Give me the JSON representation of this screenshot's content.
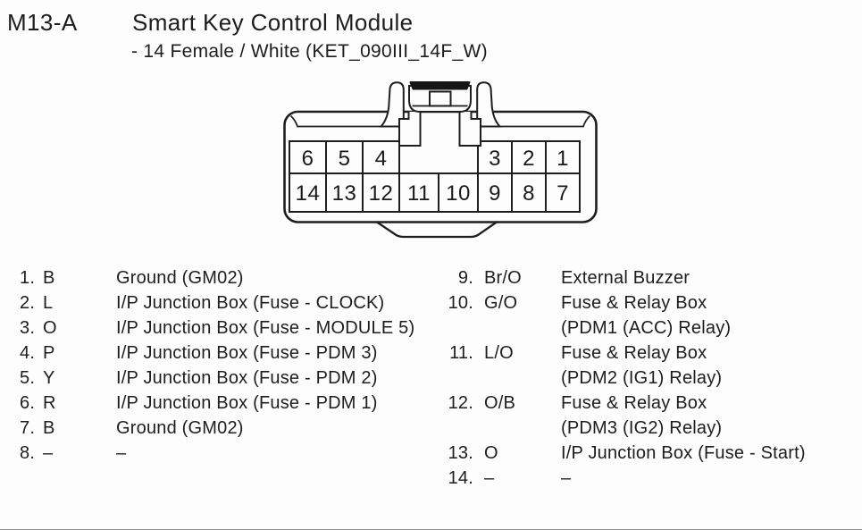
{
  "header": {
    "connector_id": "M13-A",
    "title": "Smart Key Control Module",
    "subtitle": "- 14 Female / White (KET_090III_14F_W)"
  },
  "connector": {
    "top_left": [
      "6",
      "5",
      "4"
    ],
    "top_right": [
      "3",
      "2",
      "1"
    ],
    "bottom": [
      "14",
      "13",
      "12",
      "11",
      "10",
      "9",
      "8",
      "7"
    ]
  },
  "pins_left": [
    {
      "num": "1.",
      "color": "B",
      "desc": [
        "Ground (GM02)"
      ]
    },
    {
      "num": "2.",
      "color": "L",
      "desc": [
        "I/P Junction Box (Fuse - CLOCK)"
      ]
    },
    {
      "num": "3.",
      "color": "O",
      "desc": [
        "I/P Junction Box (Fuse - MODULE 5)"
      ]
    },
    {
      "num": "4.",
      "color": "P",
      "desc": [
        "I/P Junction Box (Fuse - PDM 3)"
      ]
    },
    {
      "num": "5.",
      "color": "Y",
      "desc": [
        "I/P Junction Box (Fuse - PDM 2)"
      ]
    },
    {
      "num": "6.",
      "color": "R",
      "desc": [
        "I/P Junction Box (Fuse - PDM 1)"
      ]
    },
    {
      "num": "7.",
      "color": "B",
      "desc": [
        "Ground (GM02)"
      ]
    },
    {
      "num": "8.",
      "color": "–",
      "desc": [
        "–"
      ]
    }
  ],
  "pins_right": [
    {
      "num": "9.",
      "color": "Br/O",
      "desc": [
        "External Buzzer"
      ]
    },
    {
      "num": "10.",
      "color": "G/O",
      "desc": [
        "Fuse & Relay Box",
        "(PDM1 (ACC) Relay)"
      ]
    },
    {
      "num": "11.",
      "color": "L/O",
      "desc": [
        "Fuse & Relay Box",
        "(PDM2 (IG1) Relay)"
      ]
    },
    {
      "num": "12.",
      "color": "O/B",
      "desc": [
        "Fuse & Relay Box",
        "(PDM3 (IG2) Relay)"
      ]
    },
    {
      "num": "13.",
      "color": "O",
      "desc": [
        "I/P Junction Box (Fuse - Start)"
      ]
    },
    {
      "num": "14.",
      "color": "–",
      "desc": [
        "–"
      ]
    }
  ],
  "colors": {
    "ink": "#1d1d1d",
    "background": "#fdfdfd",
    "latch_bar": "#161616"
  }
}
